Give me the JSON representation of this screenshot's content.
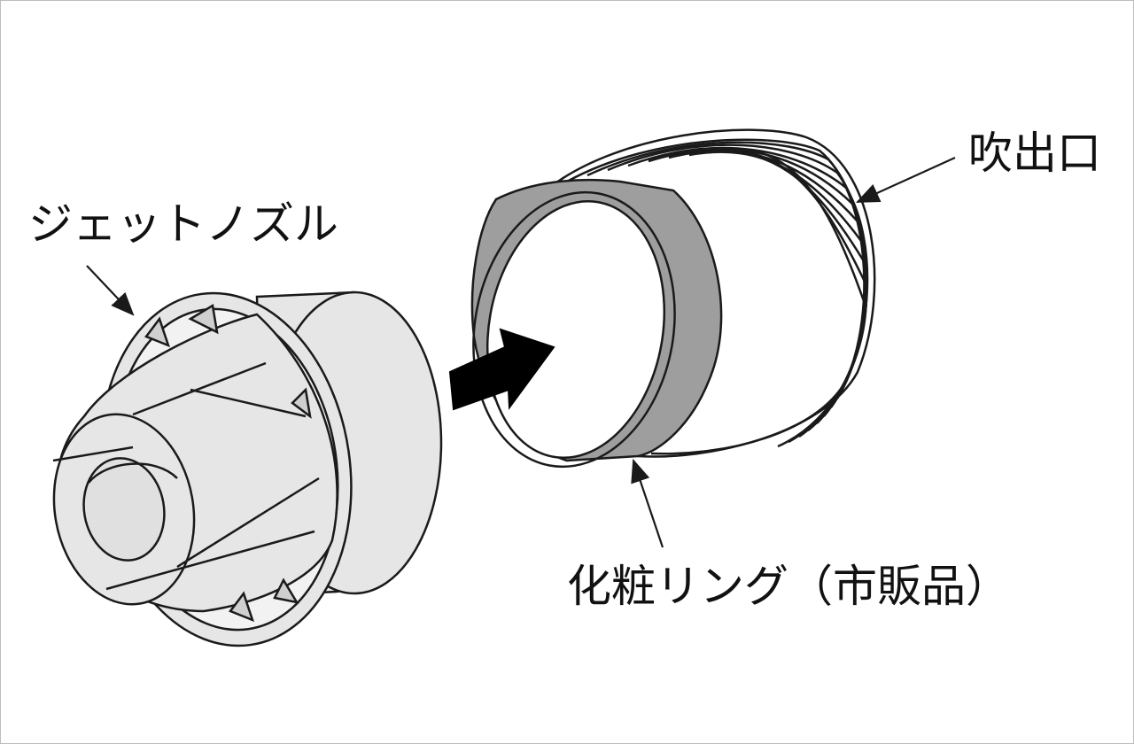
{
  "labels": {
    "jet_nozzle": "ジェットノズル",
    "outlet": "吹出口",
    "decorative_ring": "化粧リング（市販品）"
  },
  "colors": {
    "line": "#1a1a1a",
    "part_fill": "#e6e6e6",
    "ring_fill": "#9e9e9e",
    "arrow_fill": "#000000",
    "background": "#ffffff"
  }
}
